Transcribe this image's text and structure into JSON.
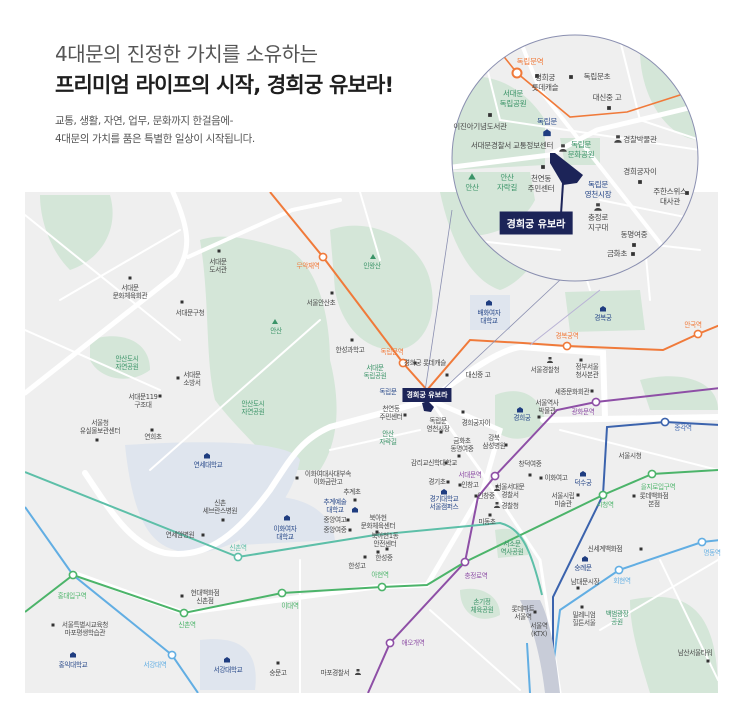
{
  "header": {
    "title_line1": "4대문의 진정한 가치를 소유하는",
    "title_line2": "프리미엄 라이프의 시작, 경희궁 유보라!",
    "desc_line1": "교통, 생활, 자연, 업무, 문화까지 한걸음에-",
    "desc_line2": "4대문의 가치를 품은 특별한 일상이 시작됩니다."
  },
  "colors": {
    "orange": "#f07a3a",
    "purple": "#8e4fa6",
    "green": "#4cb46a",
    "teal": "#5dbfa8",
    "blue": "#3b63ad",
    "lightblue": "#62aee3",
    "site": "#1c2458",
    "park": "#d4e6d8",
    "map_bg": "#efefef"
  },
  "site_label": "경희궁 유보라",
  "inset": {
    "labels": [
      {
        "text": "독립문역",
        "type": "station-orange"
      },
      {
        "text": "경희궁\n롯데캐슬",
        "type": "poi"
      },
      {
        "text": "독립문초",
        "type": "poi"
      },
      {
        "text": "대신중 고",
        "type": "poi"
      },
      {
        "text": "서대문\n독립공원",
        "type": "park"
      },
      {
        "text": "이진아기념도서관",
        "type": "poi"
      },
      {
        "text": "독립문",
        "type": "landmark"
      },
      {
        "text": "서대문경찰서 교통정보센터",
        "type": "police"
      },
      {
        "text": "독립문\n문화공원",
        "type": "park"
      },
      {
        "text": "경찰박물관",
        "type": "police"
      },
      {
        "text": "천연동\n주민센터",
        "type": "poi"
      },
      {
        "text": "안산",
        "type": "mountain"
      },
      {
        "text": "안산\n자락길",
        "type": "park"
      },
      {
        "text": "독립문\n영천시장",
        "type": "landmark"
      },
      {
        "text": "충정로\n지구대",
        "type": "police"
      },
      {
        "text": "경희궁자이",
        "type": "poi"
      },
      {
        "text": "주한스위스\n대사관",
        "type": "poi"
      },
      {
        "text": "동명여중",
        "type": "poi"
      },
      {
        "text": "금화초",
        "type": "poi"
      }
    ]
  },
  "map": {
    "labels": [
      {
        "text": "서대문\n도서관",
        "type": "poi"
      },
      {
        "text": "서대문\n문화체육회관",
        "type": "poi"
      },
      {
        "text": "서대문구청",
        "type": "poi"
      },
      {
        "text": "안산",
        "type": "mountain"
      },
      {
        "text": "무악재역",
        "type": "station-orange"
      },
      {
        "text": "서울안산초",
        "type": "poi"
      },
      {
        "text": "한성과학고",
        "type": "poi"
      },
      {
        "text": "인왕산",
        "type": "mountain"
      },
      {
        "text": "안산도시\n자연공원",
        "type": "park"
      },
      {
        "text": "서대문\n소방서",
        "type": "poi"
      },
      {
        "text": "서대문119\n구조대",
        "type": "poi"
      },
      {
        "text": "서울청\n유실물보관센터",
        "type": "poi"
      },
      {
        "text": "연희초",
        "type": "poi"
      },
      {
        "text": "안산도시\n자연공원",
        "type": "park"
      },
      {
        "text": "배화여자\n대학교",
        "type": "univ"
      },
      {
        "text": "경복궁",
        "type": "landmark"
      },
      {
        "text": "안국역",
        "type": "station-orange"
      },
      {
        "text": "경복궁역",
        "type": "station-orange"
      },
      {
        "text": "독립문역",
        "type": "station-orange"
      },
      {
        "text": "서대문\n독립공원",
        "type": "park"
      },
      {
        "text": "경희궁 롯데캐슬",
        "type": "poi"
      },
      {
        "text": "대신중 고",
        "type": "poi"
      },
      {
        "text": "서울경찰청",
        "type": "police"
      },
      {
        "text": "정부서울\n청사본관",
        "type": "poi"
      },
      {
        "text": "독립문",
        "type": "landmark"
      },
      {
        "text": "세종문화회관",
        "type": "poi"
      },
      {
        "text": "서울역사\n박물관",
        "type": "poi"
      },
      {
        "text": "광화문역",
        "type": "station-purple"
      },
      {
        "text": "천연동\n주민센터",
        "type": "poi"
      },
      {
        "text": "경희궁",
        "type": "landmark"
      },
      {
        "text": "종각역",
        "type": "station-blue"
      },
      {
        "text": "독립문\n영천시장",
        "type": "poi"
      },
      {
        "text": "경희궁자이",
        "type": "poi"
      },
      {
        "text": "안산\n자락길",
        "type": "park"
      },
      {
        "text": "금화초\n동명여중",
        "type": "poi"
      },
      {
        "text": "강북\n삼성병원",
        "type": "poi"
      },
      {
        "text": "서울시청",
        "type": "poi"
      },
      {
        "text": "감리교신학대학교",
        "type": "poi"
      },
      {
        "text": "창덕여중",
        "type": "poi"
      },
      {
        "text": "서대문역",
        "type": "station-purple"
      },
      {
        "text": "이화여고",
        "type": "poi"
      },
      {
        "text": "덕수궁",
        "type": "landmark"
      },
      {
        "text": "을지로입구역",
        "type": "station-green"
      },
      {
        "text": "경기초",
        "type": "poi"
      },
      {
        "text": "인창고",
        "type": "poi"
      },
      {
        "text": "서울서대문\n경찰서",
        "type": "police"
      },
      {
        "text": "경기대학교\n서울캠퍼스",
        "type": "univ"
      },
      {
        "text": "인창중",
        "type": "poi"
      },
      {
        "text": "경찰청",
        "type": "police"
      },
      {
        "text": "서울시립\n미술관",
        "type": "poi"
      },
      {
        "text": "시청역",
        "type": "station-green"
      },
      {
        "text": "롯데백화점\n본점",
        "type": "poi"
      },
      {
        "text": "연세대학교",
        "type": "univ"
      },
      {
        "text": "이화여대사대부속\n이화금란고",
        "type": "poi"
      },
      {
        "text": "추계초",
        "type": "poi"
      },
      {
        "text": "추계예술\n대학교",
        "type": "univ"
      },
      {
        "text": "신촌\n세브란스병원",
        "type": "poi"
      },
      {
        "text": "이화여자\n대학교",
        "type": "univ"
      },
      {
        "text": "중앙여고",
        "type": "poi"
      },
      {
        "text": "중앙여중",
        "type": "poi"
      },
      {
        "text": "연세암병원",
        "type": "poi"
      },
      {
        "text": "신촌역",
        "type": "station-teal"
      },
      {
        "text": "한성고",
        "type": "poi"
      },
      {
        "text": "홍대입구역",
        "type": "station-green"
      },
      {
        "text": "현대백화점\n신촌점",
        "type": "poi"
      },
      {
        "text": "이대역",
        "type": "station-green"
      },
      {
        "text": "신촌역",
        "type": "station-green"
      },
      {
        "text": "서울특별시교육청\n마포평생학습관",
        "type": "poi"
      },
      {
        "text": "홍익대학교",
        "type": "univ"
      },
      {
        "text": "서강대역",
        "type": "station-lightblue"
      },
      {
        "text": "서강대학교",
        "type": "univ"
      },
      {
        "text": "숭문고",
        "type": "poi"
      },
      {
        "text": "마포경찰서",
        "type": "police"
      },
      {
        "text": "북아현\n문화체육센터",
        "type": "poi"
      },
      {
        "text": "미동초",
        "type": "poi"
      },
      {
        "text": "북아현1동\n안전센터",
        "type": "poi"
      },
      {
        "text": "한성중",
        "type": "poi"
      },
      {
        "text": "아현역",
        "type": "station-green"
      },
      {
        "text": "서소문\n역사공원",
        "type": "park"
      },
      {
        "text": "충정로역",
        "type": "station-purple"
      },
      {
        "text": "신세계백화점",
        "type": "poi"
      },
      {
        "text": "명동역",
        "type": "station-lightblue"
      },
      {
        "text": "숭례문",
        "type": "landmark"
      },
      {
        "text": "회현역",
        "type": "station-lightblue"
      },
      {
        "text": "남대문시장",
        "type": "poi"
      },
      {
        "text": "손기정\n체육공원",
        "type": "park"
      },
      {
        "text": "롯데마트\n서울역",
        "type": "poi"
      },
      {
        "text": "서울역\n(KTX)",
        "type": "poi"
      },
      {
        "text": "밀레니엄\n힐튼서울",
        "type": "poi"
      },
      {
        "text": "백범광장\n공원",
        "type": "park"
      },
      {
        "text": "애오개역",
        "type": "station-purple"
      },
      {
        "text": "남산서울타워",
        "type": "poi"
      }
    ]
  }
}
